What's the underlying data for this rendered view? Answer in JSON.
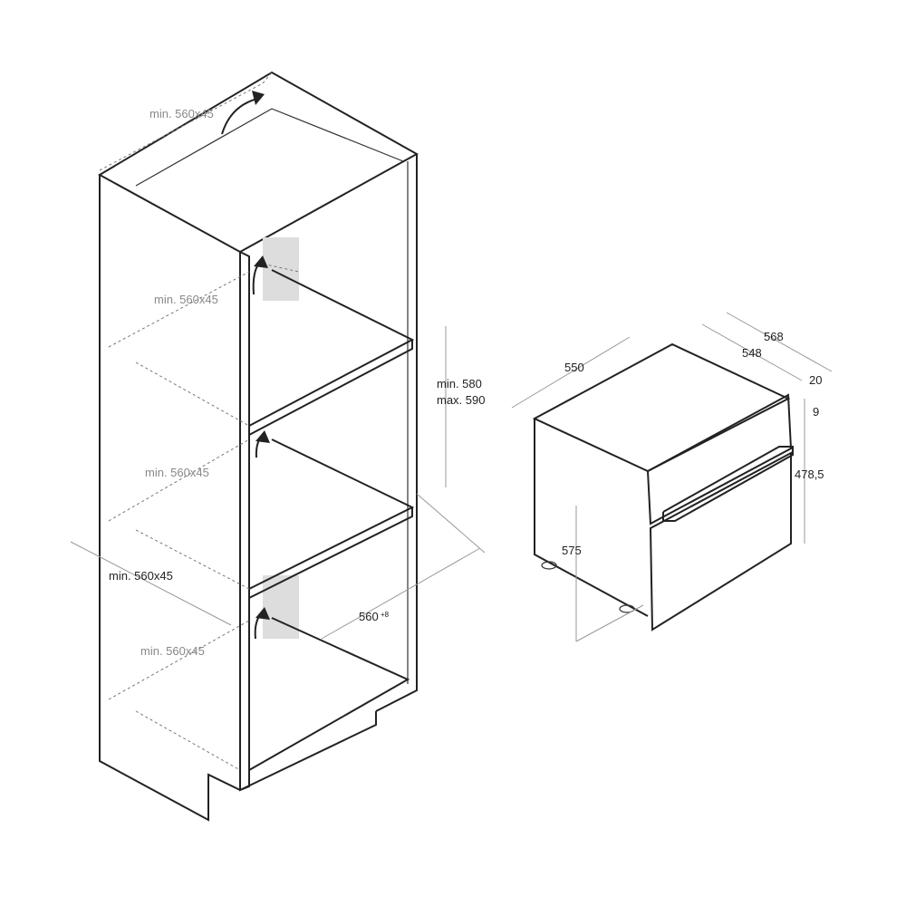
{
  "cabinet": {
    "labels": {
      "top_vent": "min. 560x45",
      "upper_vent": "min. 560x45",
      "middle_vent": "min. 560x45",
      "front_vent": "min. 560x45",
      "lower_vent": "min. 560x45",
      "niche_height_min": "min. 580",
      "niche_height_max": "max. 590",
      "niche_width": "560",
      "niche_width_tolerance": "+8"
    }
  },
  "oven": {
    "labels": {
      "depth_body": "550",
      "total_depth": "568",
      "body_depth": "548",
      "front_thickness": "20",
      "gap": "9",
      "door_height": "478,5",
      "width": "575"
    }
  }
}
